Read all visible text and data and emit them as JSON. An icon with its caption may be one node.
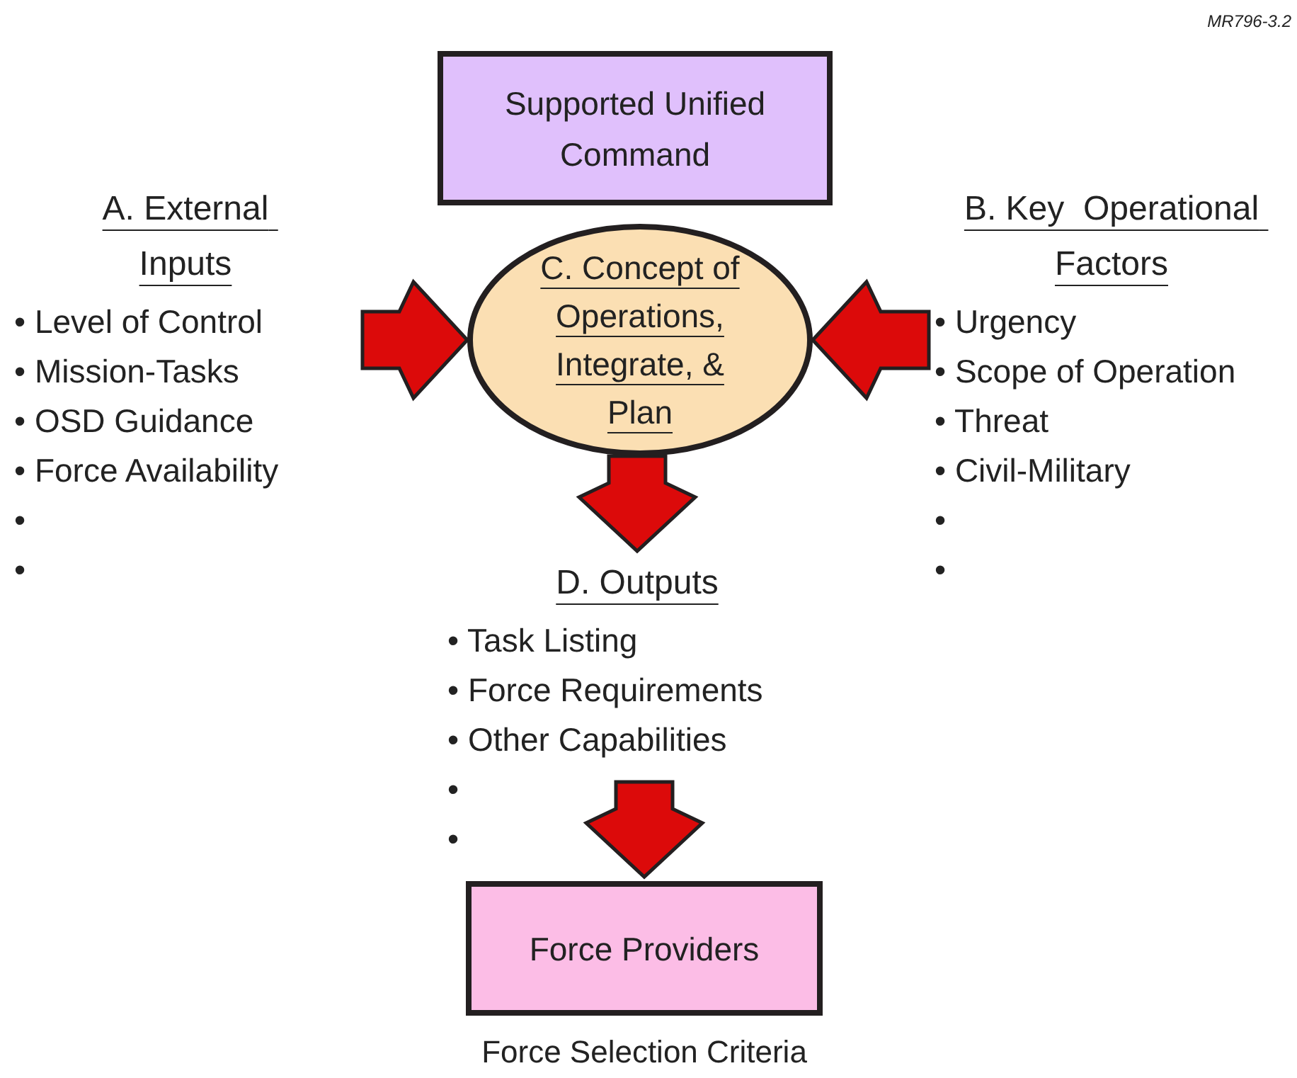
{
  "diagram": {
    "nodes": [
      {
        "text": [
          "Supported Unified Command"
        ]
      },
      {
        "text": [
          "C. Concept of Operations, Integrate, & Plan"
        ]
      },
      {
        "text": [
          "A. External Inputs",
          "• Level of Control",
          "• Mission-Tasks",
          "• OSD Guidance",
          "• Force Availability",
          "•",
          "•"
        ]
      },
      {
        "text": [
          "B. Key  Operational Factors",
          "• Urgency",
          "• Scope of Operation",
          "• Threat",
          "• Civil-Military",
          "•",
          "•"
        ]
      },
      {
        "text": [
          "D. Outputs",
          "• Task Listing",
          "• Force Requirements",
          "• Other Capabilities",
          "•",
          "•"
        ]
      },
      {
        "text": [
          "Force Providers"
        ],
        "beside": [
          "Force Selection Criteria"
        ]
      }
    ],
    "edges": [
      {
        "from": 2,
        "to": 1,
        "arrow": "to"
      },
      {
        "from": 3,
        "to": 1,
        "arrow": "to"
      },
      {
        "from": 1,
        "to": 4,
        "arrow": "to"
      },
      {
        "from": 4,
        "to": 5,
        "arrow": "to"
      }
    ],
    "labels": [
      "MR796-3.2"
    ]
  }
}
